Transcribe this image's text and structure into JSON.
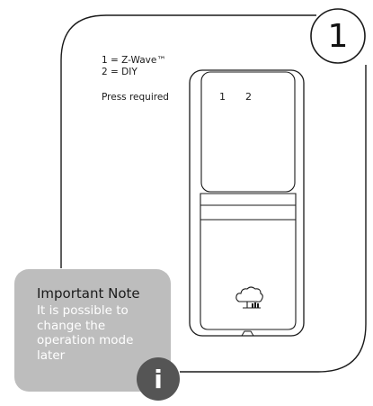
{
  "step": {
    "number": "1"
  },
  "legend": {
    "line1": "1 = Z-Wave™",
    "line2": "2 = DIY",
    "line3": "Press required"
  },
  "device": {
    "switch_label_1": "1",
    "switch_label_2": "2",
    "logo_icon": "cloud-tree-logo-icon"
  },
  "note": {
    "title": "Important Note",
    "body": "It is possible to change the operation mode later",
    "badge_glyph": "i"
  }
}
